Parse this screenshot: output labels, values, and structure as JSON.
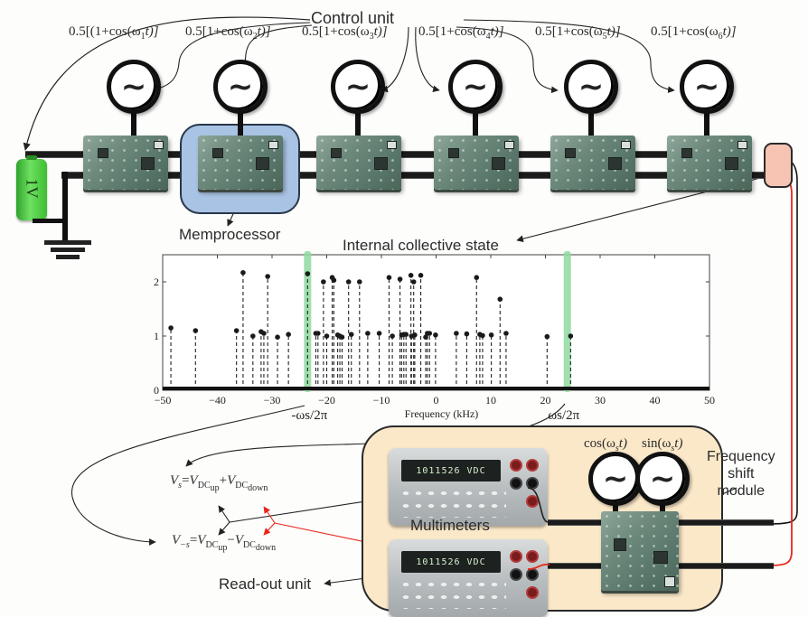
{
  "title_labels": {
    "control_unit": "Control unit",
    "memprocessor": "Memprocessor",
    "internal_state": "Internal collective state",
    "multimeters": "Multimeters",
    "readout_unit": "Read-out unit",
    "freq_shift_line1": "Frequency",
    "freq_shift_line2": "shift",
    "freq_shift_line3": "module",
    "battery": "1V"
  },
  "generators": [
    {
      "pre": "0.5[(1+cos(ω",
      "sub": "1",
      "post": "t)]",
      "symbol": "~"
    },
    {
      "pre": "0.5[1+cos(ω",
      "sub": "2",
      "post": "t)]",
      "symbol": "~"
    },
    {
      "pre": "0.5[1+cos(ω",
      "sub": "3",
      "post": "t)]",
      "symbol": "~"
    },
    {
      "pre": "0.5[1+cos(ω",
      "sub": "4",
      "post": "t)]",
      "symbol": "~"
    },
    {
      "pre": "0.5[1+cos(ω",
      "sub": "5",
      "post": "t)]",
      "symbol": "~"
    },
    {
      "pre": "0.5[1+cos(ω",
      "sub": "6",
      "post": "t)]",
      "symbol": "~"
    }
  ],
  "shift_generators": [
    {
      "label_pre": "cos(ω",
      "label_sub": "s",
      "label_post": "t)",
      "symbol": "~"
    },
    {
      "label_pre": "sin(ω",
      "label_sub": "s",
      "label_post": "t)",
      "symbol": "~"
    }
  ],
  "multimeter_readings": [
    "1011526 VDC",
    "1011526 VDC"
  ],
  "equations": {
    "vs": {
      "lhs": "V",
      "lhs_sub": "s",
      "eq": "=",
      "t1": "V",
      "t1_sub": "DC",
      "t1_subsub": "up",
      "op": "+",
      "t2": "V",
      "t2_sub": "DC",
      "t2_subsub": "down"
    },
    "vms": {
      "lhs": "V",
      "lhs_sub": "−s",
      "eq": "=",
      "t1": "V",
      "t1_sub": "DC",
      "t1_subsub": "up",
      "op": "−",
      "t2": "V",
      "t2_sub": "DC",
      "t2_subsub": "down"
    }
  },
  "colors": {
    "memprocessor_highlight": "#a9c3e4",
    "readout_panel": "#fbe8c9",
    "battery": "#4ccc3a",
    "probe": "#f7c4b4",
    "band": "#8fd9a0",
    "signal_red": "#e8261b"
  },
  "chart_data": {
    "type": "stem",
    "title": "Internal collective state",
    "xlabel": "Frequency (kHz)",
    "ylabel": "",
    "xlim": [
      -50,
      50
    ],
    "ylim": [
      0,
      2.5
    ],
    "xticks": [
      -50,
      -40,
      -30,
      -20,
      -10,
      0,
      10,
      20,
      30,
      40,
      50
    ],
    "yticks": [
      0,
      1,
      2
    ],
    "grid": false,
    "highlight_bands": [
      {
        "x": -23.5,
        "label": "-ω_s/2π"
      },
      {
        "x": 24.0,
        "label": "ω_s/2π"
      }
    ],
    "stems": [
      {
        "x": -48.5,
        "y": 1.15
      },
      {
        "x": -44.0,
        "y": 1.1
      },
      {
        "x": -36.5,
        "y": 1.1
      },
      {
        "x": -35.3,
        "y": 2.17
      },
      {
        "x": -33.5,
        "y": 1.0
      },
      {
        "x": -32.0,
        "y": 1.08
      },
      {
        "x": -31.5,
        "y": 1.05
      },
      {
        "x": -30.8,
        "y": 2.1
      },
      {
        "x": -29.0,
        "y": 0.98
      },
      {
        "x": -27.0,
        "y": 1.03
      },
      {
        "x": -23.5,
        "y": 2.15
      },
      {
        "x": -22.0,
        "y": 1.05
      },
      {
        "x": -21.6,
        "y": 1.05
      },
      {
        "x": -20.6,
        "y": 2.0
      },
      {
        "x": -20.0,
        "y": 1.0
      },
      {
        "x": -19.0,
        "y": 2.08
      },
      {
        "x": -18.7,
        "y": 2.03
      },
      {
        "x": -18.0,
        "y": 1.02
      },
      {
        "x": -17.6,
        "y": 1.0
      },
      {
        "x": -17.2,
        "y": 0.98
      },
      {
        "x": -16.0,
        "y": 2.0
      },
      {
        "x": -15.5,
        "y": 1.03
      },
      {
        "x": -14.0,
        "y": 2.0
      },
      {
        "x": -12.5,
        "y": 1.05
      },
      {
        "x": -10.4,
        "y": 1.05
      },
      {
        "x": -8.6,
        "y": 2.08
      },
      {
        "x": -8.0,
        "y": 1.0
      },
      {
        "x": -6.6,
        "y": 2.05
      },
      {
        "x": -6.3,
        "y": 1.02
      },
      {
        "x": -5.9,
        "y": 1.03
      },
      {
        "x": -5.5,
        "y": 1.03
      },
      {
        "x": -4.6,
        "y": 2.12
      },
      {
        "x": -4.5,
        "y": 1.0
      },
      {
        "x": -4.1,
        "y": 2.0
      },
      {
        "x": -3.9,
        "y": 1.02
      },
      {
        "x": -2.8,
        "y": 2.12
      },
      {
        "x": -1.9,
        "y": 0.98
      },
      {
        "x": -1.6,
        "y": 1.05
      },
      {
        "x": -1.2,
        "y": 1.05
      },
      {
        "x": -0.1,
        "y": 1.02
      },
      {
        "x": 3.7,
        "y": 1.05
      },
      {
        "x": 5.6,
        "y": 1.04
      },
      {
        "x": 7.4,
        "y": 2.08
      },
      {
        "x": 8.0,
        "y": 1.03
      },
      {
        "x": 8.5,
        "y": 1.01
      },
      {
        "x": 10.1,
        "y": 1.02
      },
      {
        "x": 11.7,
        "y": 1.68
      },
      {
        "x": 12.8,
        "y": 1.05
      },
      {
        "x": 20.3,
        "y": 0.99
      },
      {
        "x": 24.6,
        "y": 1.0
      }
    ],
    "noise_floor": 0.03
  }
}
